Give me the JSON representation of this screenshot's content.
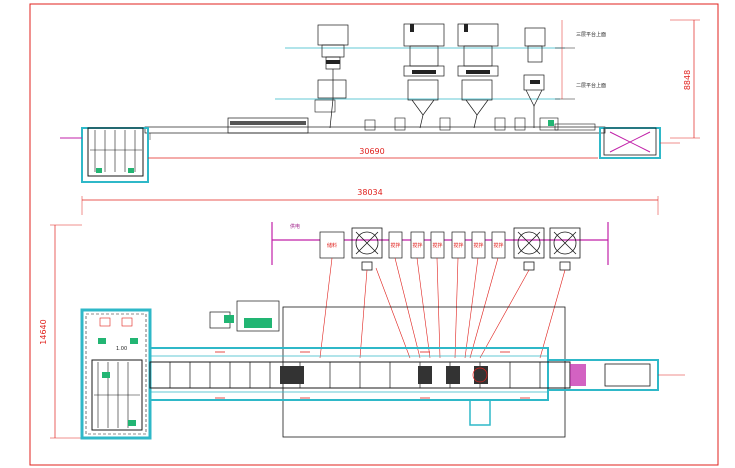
{
  "dimensions": {
    "elevation_length": "30690",
    "elevation_height": "8848",
    "plan_length": "38034",
    "plan_width": "14640"
  },
  "notes": {
    "upper_platform": "三层平台上面",
    "middle_platform": "二层平台上面",
    "feed_label": "供电",
    "panel_label": "1.00"
  },
  "process_boxes": [
    {
      "label": "储料"
    },
    {
      "label": "搅拌"
    },
    {
      "label": "搅拌"
    },
    {
      "label": "搅拌"
    },
    {
      "label": "搅拌"
    },
    {
      "label": "搅拌"
    },
    {
      "label": "搅拌"
    }
  ],
  "colors": {
    "frame": "#e0201c",
    "equipment": "#1a1a1a",
    "guide": "#2fb8c8",
    "accent": "#22b573",
    "magenta": "#c020a8"
  }
}
